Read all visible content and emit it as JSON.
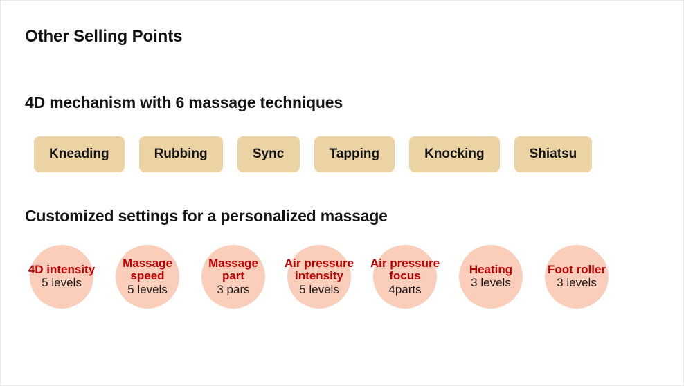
{
  "slide": {
    "title": "Other Selling Points",
    "background_color": "#ffffff",
    "border_color": "#e8e8e8"
  },
  "sections": {
    "techniques": {
      "heading": "4D mechanism with 6 massage techniques",
      "pill_color": "#ebd3a4",
      "pill_text_color": "#141414",
      "pills": [
        {
          "label": "Kneading"
        },
        {
          "label": "Rubbing"
        },
        {
          "label": "Sync"
        },
        {
          "label": "Tapping"
        },
        {
          "label": "Knocking"
        },
        {
          "label": "Shiatsu"
        }
      ]
    },
    "settings": {
      "heading": "Customized settings for a personalized massage",
      "circle_color": "#fbcdbb",
      "label_color": "#c00000",
      "value_color": "#1a1a1a",
      "items": [
        {
          "label": "4D intensity",
          "value": "5 levels"
        },
        {
          "label": "Massage speed",
          "value": "5 levels"
        },
        {
          "label": "Massage part",
          "value": "3 pars"
        },
        {
          "label": "Air pressure intensity",
          "value": "5 levels"
        },
        {
          "label": "Air pressure focus",
          "value": "4parts"
        },
        {
          "label": "Heating",
          "value": "3 levels"
        },
        {
          "label": "Foot roller",
          "value": "3 levels"
        }
      ]
    }
  }
}
